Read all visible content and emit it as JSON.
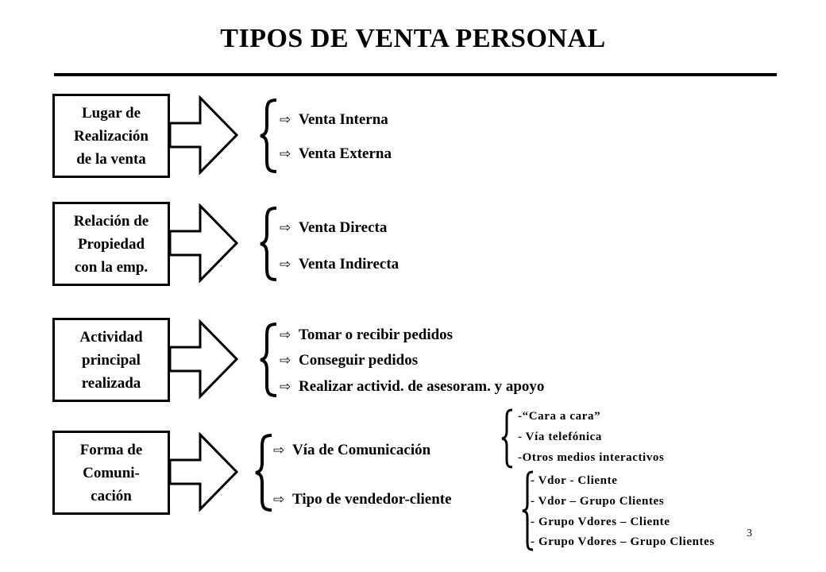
{
  "title": "TIPOS DE VENTA PERSONAL",
  "arrow_icon": "⇨",
  "groups": [
    {
      "label_lines": [
        "Lugar de",
        "Realización",
        "de la venta"
      ],
      "items": [
        "Venta Interna",
        "Venta Externa"
      ]
    },
    {
      "label_lines": [
        "Relación de",
        "Propiedad",
        "con la emp."
      ],
      "items": [
        "Venta Directa",
        "Venta Indirecta"
      ]
    },
    {
      "label_lines": [
        "Actividad",
        "principal",
        "realizada"
      ],
      "items": [
        "Tomar o recibir pedidos",
        "Conseguir pedidos",
        "Realizar activid. de asesoram. y apoyo"
      ]
    },
    {
      "label_lines": [
        "Forma de",
        "Comuni-",
        "cación"
      ],
      "items": [
        "Vía de Comunicación",
        "Tipo de vendedor-cliente"
      ]
    }
  ],
  "via_options": [
    "-“Cara a cara”",
    "- Vía telefónica",
    "-Otros medios interactivos"
  ],
  "tipo_options": [
    "- Vdor - Cliente",
    "- Vdor – Grupo Clientes",
    "- Grupo Vdores – Cliente",
    "- Grupo Vdores – Grupo Clientes"
  ],
  "page_number": "3"
}
